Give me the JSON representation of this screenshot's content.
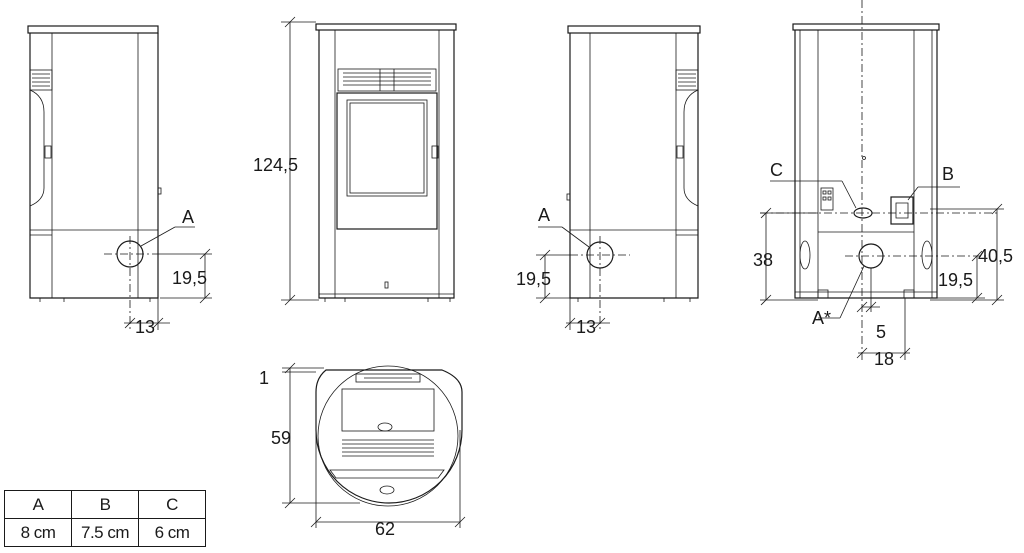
{
  "dimensions": {
    "height_total": "124,5",
    "side_left_flue_height": "19,5",
    "side_left_flue_offset": "13",
    "side_right_flue_height": "19,5",
    "side_right_flue_offset": "13",
    "rear_inlet_height": "38",
    "rear_b_height": "40,5",
    "rear_flue_height": "19,5",
    "rear_offset_5": "5",
    "rear_offset_18": "18",
    "top_gap": "1",
    "top_depth": "59",
    "top_width": "62"
  },
  "labels": {
    "a_left": "A",
    "a_right": "A",
    "a_star": "A*",
    "b": "B",
    "c": "C"
  },
  "table": {
    "headers": [
      "A",
      "B",
      "C"
    ],
    "values": [
      "8 cm",
      "7.5 cm",
      "6 cm"
    ]
  }
}
